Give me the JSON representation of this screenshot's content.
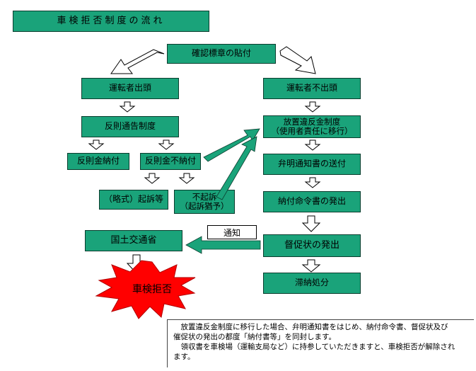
{
  "title": "車検拒否制度の流れ",
  "nodes": {
    "sticker": "確認標章の貼付",
    "driver_appears": "運転者出頭",
    "driver_not_appears": "運転者不出頭",
    "violation_notice": "反則通告制度",
    "fine_paid": "反則金納付",
    "fine_unpaid": "反則金不納付",
    "summary_prosecution": "（略式）起訴等",
    "no_prosecution": "不起訴\n（起訴猶予）",
    "parking_fine": "放置違反金制度\n（使用者責任に移行）",
    "explanation_notice": "弁明通知書の送付",
    "payment_order": "納付命令書の発出",
    "demand_letter": "督促状の発出",
    "delinquency": "滞納処分",
    "mlit": "国土交通省",
    "inspection_refusal": "車検拒否"
  },
  "notice_label": "通知",
  "note_lines": [
    "放置違反金制度に移行した場合、弁明通知書をはじめ、納付命令書、督促状及び\n催促状の発出の都度「納付書等」を同封します。",
    "領収書を車検場（運輸支局など）に持参していただきますと、車検拒否が解除され\nます。"
  ],
  "colors": {
    "box": "#1aa37a",
    "burst": "#ff0000",
    "teal_arrow": "#1aa37a"
  }
}
